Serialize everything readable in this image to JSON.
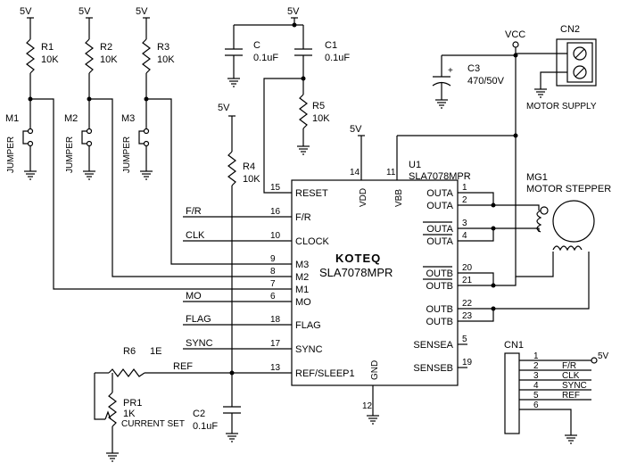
{
  "power": {
    "v5": "5V",
    "vcc": "VCC"
  },
  "resistors": {
    "r1": {
      "ref": "R1",
      "value": "10K"
    },
    "r2": {
      "ref": "R2",
      "value": "10K"
    },
    "r3": {
      "ref": "R3",
      "value": "10K"
    },
    "r4": {
      "ref": "R4",
      "value": "10K"
    },
    "r5": {
      "ref": "R5",
      "value": "10K"
    },
    "r6": {
      "ref": "R6",
      "value": "1E"
    }
  },
  "jumpers": {
    "m1": {
      "ref": "M1",
      "label": "JUMPER"
    },
    "m2": {
      "ref": "M2",
      "label": "JUMPER"
    },
    "m3": {
      "ref": "M3",
      "label": "JUMPER"
    }
  },
  "capacitors": {
    "c": {
      "ref": "C",
      "value": "0.1uF"
    },
    "c1": {
      "ref": "C1",
      "value": "0.1uF"
    },
    "c2": {
      "ref": "C2",
      "value": "0.1uF"
    },
    "c3": {
      "ref": "C3",
      "value": "470/50V"
    }
  },
  "cn2": {
    "ref": "CN2",
    "label": "MOTOR SUPPLY"
  },
  "mg1": {
    "ref": "MG1",
    "label": "MOTOR STEPPER"
  },
  "pr1": {
    "ref": "PR1",
    "value": "1K",
    "label": "CURRENT SET"
  },
  "ic": {
    "ref": "U1",
    "part": "SLA7078MPR",
    "brand": "KOTEQ",
    "name": "SLA7078MPR",
    "left_pins": [
      {
        "num": "15",
        "label": "RESET"
      },
      {
        "num": "16",
        "label": "F/R"
      },
      {
        "num": "10",
        "label": "CLOCK"
      },
      {
        "num": "9",
        "label": "M3"
      },
      {
        "num": "8",
        "label": "M2"
      },
      {
        "num": "7",
        "label": "M1"
      },
      {
        "num": "6",
        "label": "MO"
      },
      {
        "num": "18",
        "label": "FLAG"
      },
      {
        "num": "17",
        "label": "SYNC"
      },
      {
        "num": "13",
        "label": "REF/SLEEP1"
      }
    ],
    "top_pins": [
      {
        "num": "14",
        "label": "VDD"
      },
      {
        "num": "11",
        "label": "VBB"
      }
    ],
    "right_pins": [
      {
        "num": "1",
        "label": "OUTA"
      },
      {
        "num": "2",
        "label": "OUTA"
      },
      {
        "num": "3",
        "label": "OUTA"
      },
      {
        "num": "4",
        "label": "OUTA"
      },
      {
        "num": "20",
        "label": "OUTB"
      },
      {
        "num": "21",
        "label": "OUTB"
      },
      {
        "num": "22",
        "label": "OUTB"
      },
      {
        "num": "23",
        "label": "OUTB"
      },
      {
        "num": "5",
        "label": "SENSEA"
      },
      {
        "num": "19",
        "label": "SENSEB"
      }
    ],
    "bottom_pins": [
      {
        "num": "12",
        "label": "GND"
      }
    ]
  },
  "nets": {
    "fr": "F/R",
    "clk": "CLK",
    "mo": "MO",
    "flag": "FLAG",
    "sync": "SYNC",
    "ref": "REF"
  },
  "cn1": {
    "ref": "CN1",
    "pins": [
      {
        "num": "1",
        "label": "5V"
      },
      {
        "num": "2",
        "label": "F/R"
      },
      {
        "num": "3",
        "label": "CLK"
      },
      {
        "num": "4",
        "label": "SYNC"
      },
      {
        "num": "5",
        "label": "REF"
      },
      {
        "num": "6",
        "label": ""
      }
    ]
  }
}
